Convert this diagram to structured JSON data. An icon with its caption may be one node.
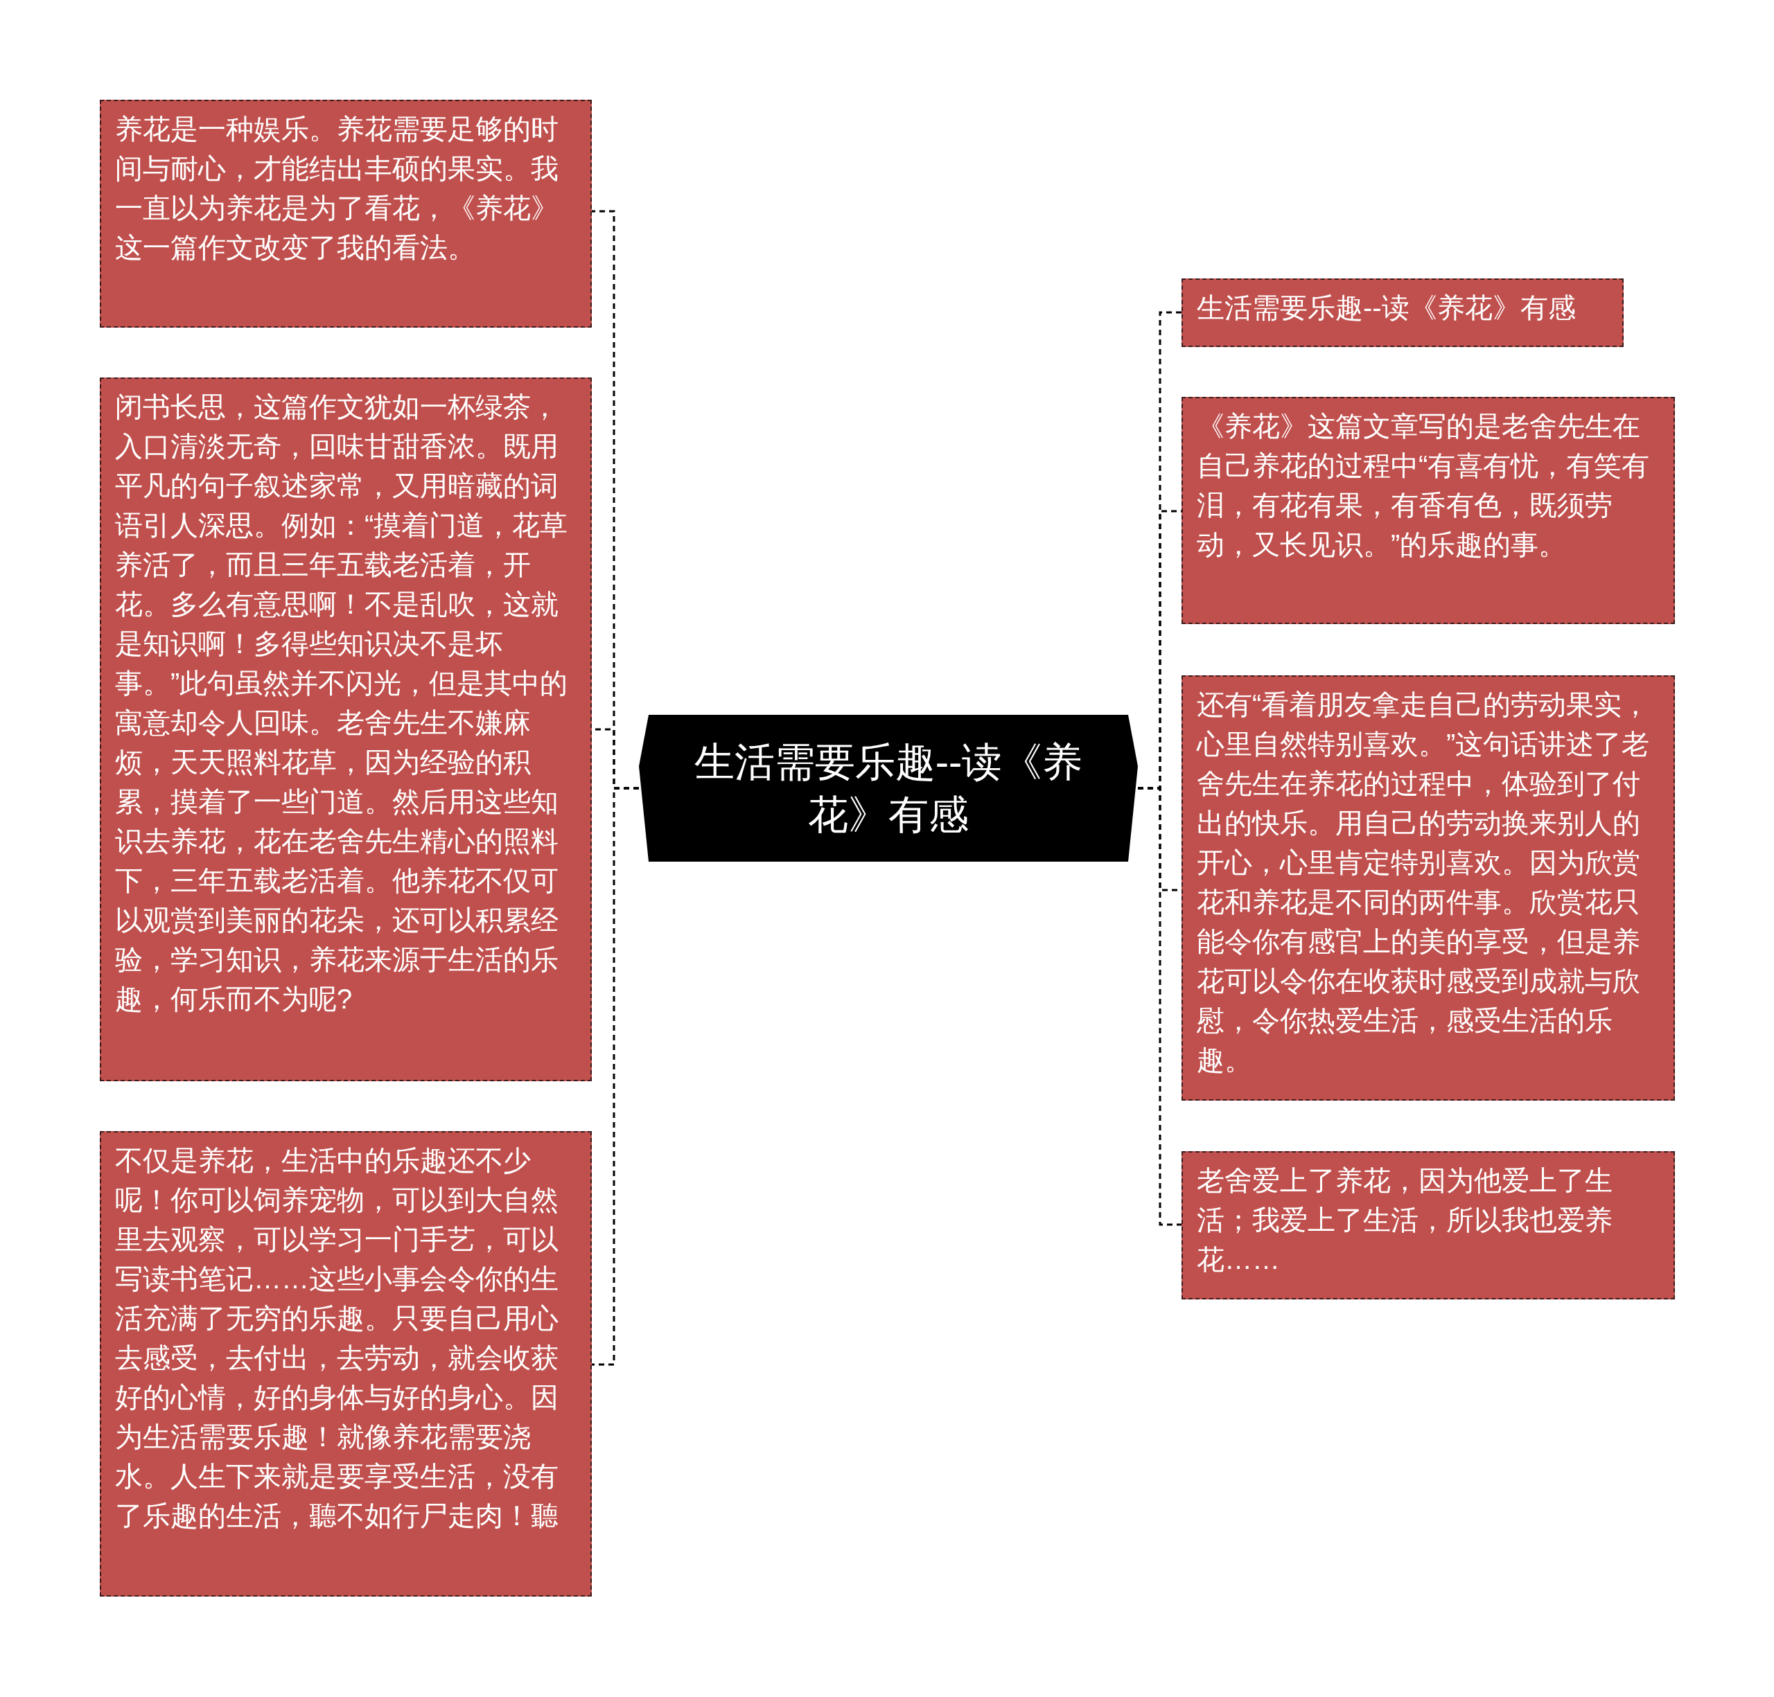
{
  "diagram": {
    "nodes": [
      {
        "text": [
          "生活需要乐趣--读《养花》有感"
        ]
      },
      {
        "text": [
          "养花是一种娱乐。养花需要足够的时间与耐心，才能结出丰硕的果实。我一直以为养花是为了看花，《养花》这一篇作文改变了我的看法。"
        ]
      },
      {
        "text": [
          "闭书长思，这篇作文犹如一杯绿茶，入口清淡无奇，回味甘甜香浓。既用平凡的句子叙述家常，又用暗藏的词语引人深思。例如：“摸着门道，花草养活了，而且三年五载老活着，开花。多么有意思啊！不是乱吹，这就是知识啊！多得些知识决不是坏事。”此句虽然并不闪光，但是其中的寓意却令人回味。老舍先生不嫌麻烦，天天照料花草，因为经验的积累，摸着了一些门道。然后用这些知识去养花，花在老舍先生精心的照料下，三年五载老活着。他养花不仅可以观赏到美丽的花朵，还可以积累经验，学习知识，养花来源于生活的乐趣，何乐而不为呢?"
        ]
      },
      {
        "text": [
          "不仅是养花，生活中的乐趣还不少呢！你可以饲养宠物，可以到大自然里去观察，可以学习一门手艺，可以写读书笔记……这些小事会令你的生活充满了无穷的乐趣。只要自己用心去感受，去付出，去劳动，就会收获好的心情，好的身体与好的身心。因为生活需要乐趣！就像养花需要浇水。人生下来就是要享受生活，没有了乐趣的生活，聽不如行尸走肉！聽"
        ]
      },
      {
        "text": [
          "生活需要乐趣--读《养花》有感"
        ]
      },
      {
        "text": [
          "《养花》这篇文章写的是老舍先生在自己养花的过程中“有喜有忧，有笑有泪，有花有果，有香有色，既须劳动，又长见识。”的乐趣的事。"
        ]
      },
      {
        "text": [
          "还有“看着朋友拿走自己的劳动果实，心里自然特别喜欢。”这句话讲述了老舍先生在养花的过程中，体验到了付出的快乐。用自己的劳动换来别人的开心，心里肯定特别喜欢。因为欣赏花和养花是不同的两件事。欣赏花只能令你有感官上的美的享受，但是养花可以令你在收获时感受到成就与欣慰，令你热爱生活，感受生活的乐趣。"
        ]
      },
      {
        "text": [
          "老舍爱上了养花，因为他爱上了生活；我爱上了生活，所以我也爱养花……"
        ]
      }
    ],
    "edges": [
      {
        "from": 0,
        "to": 1,
        "arrow": "none",
        "style": "dashed"
      },
      {
        "from": 0,
        "to": 2,
        "arrow": "none",
        "style": "dashed"
      },
      {
        "from": 0,
        "to": 3,
        "arrow": "none",
        "style": "dashed"
      },
      {
        "from": 0,
        "to": 4,
        "arrow": "none",
        "style": "dashed"
      },
      {
        "from": 0,
        "to": 5,
        "arrow": "none",
        "style": "dashed"
      },
      {
        "from": 0,
        "to": 6,
        "arrow": "none",
        "style": "dashed"
      },
      {
        "from": 0,
        "to": 7,
        "arrow": "none",
        "style": "dashed"
      }
    ]
  }
}
